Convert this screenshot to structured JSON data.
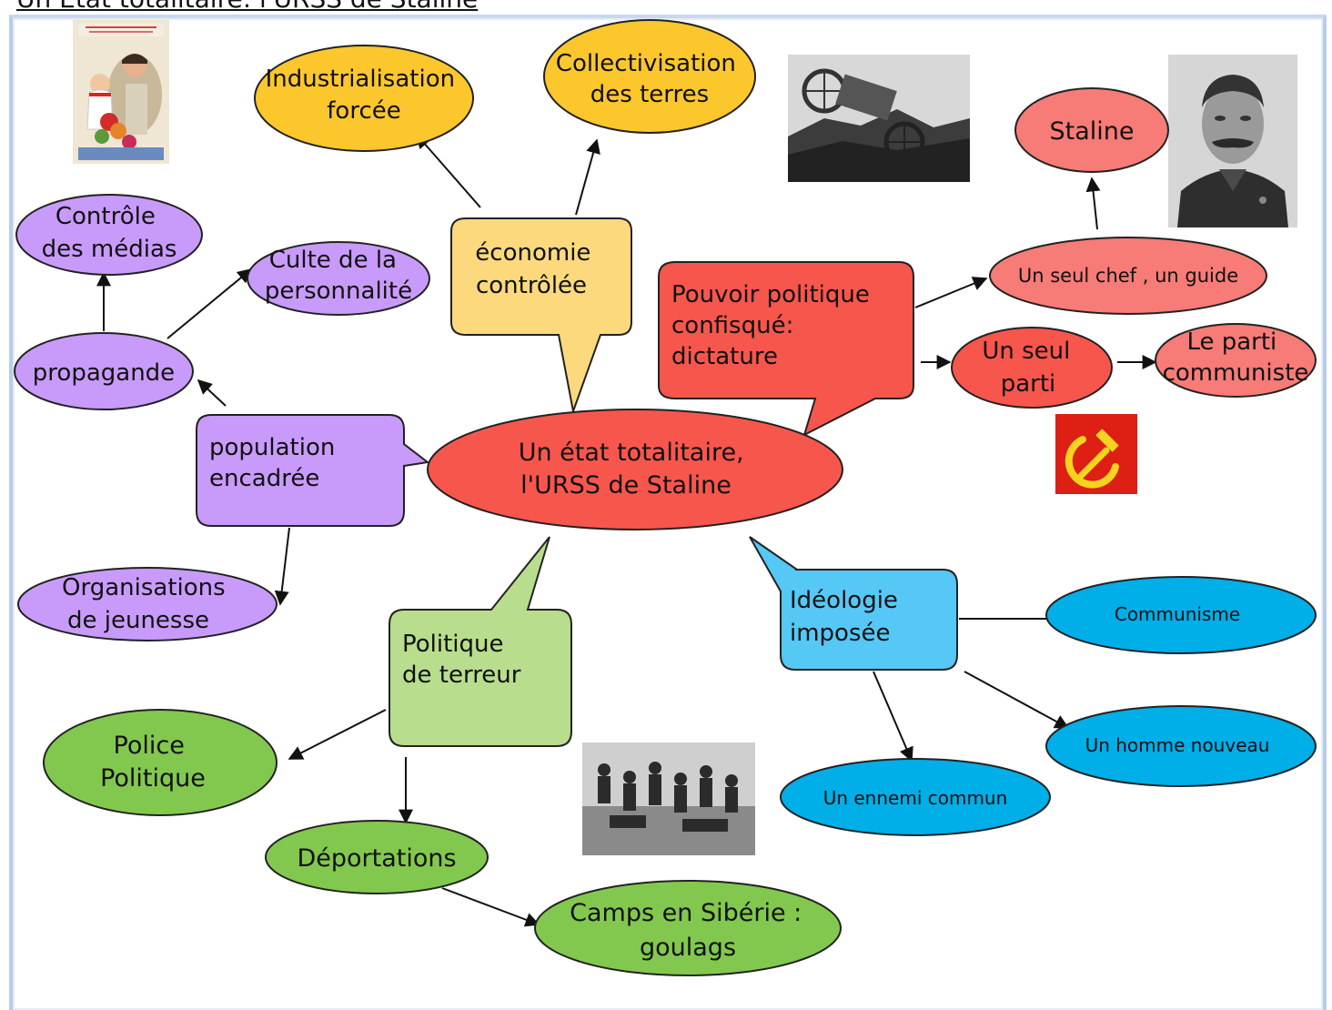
{
  "header_fragment": "Un État totalitaire: l'URSS de Staline",
  "center": {
    "line1": "Un état totalitaire,",
    "line2": "l'URSS de Staline"
  },
  "economy": {
    "hub": {
      "line1": "économie",
      "line2": "contrôlée"
    },
    "industrialisation": {
      "line1": "Industrialisation",
      "line2": "forcée"
    },
    "collectivisation": {
      "line1": "Collectivisation",
      "line2": "des terres"
    }
  },
  "politics": {
    "hub": {
      "line1": "Pouvoir politique",
      "line2": "confisqué:",
      "line3": "dictature"
    },
    "chef": "Un seul chef , un guide",
    "staline": "Staline",
    "parti": {
      "line1": "Un seul",
      "line2": "parti"
    },
    "communiste": {
      "line1": "Le parti",
      "line2": "communiste"
    }
  },
  "population": {
    "hub": {
      "line1": "population",
      "line2": "encadrée"
    },
    "propagande": "propagande",
    "medias": {
      "line1": "Contrôle",
      "line2": "des médias"
    },
    "culte": {
      "line1": "Culte de la",
      "line2": "personnalité"
    },
    "jeunesse": {
      "line1": "Organisations",
      "line2": "de jeunesse"
    }
  },
  "terreur": {
    "hub": {
      "line1": "Politique",
      "line2": "de terreur"
    },
    "police": {
      "line1": "Police",
      "line2": "Politique"
    },
    "deportations": "Déportations",
    "camps": {
      "line1": "Camps en Sibérie :",
      "line2": "goulags"
    }
  },
  "ideologie": {
    "hub": {
      "line1": "Idéologie",
      "line2": "imposée"
    },
    "communisme": "Communisme",
    "homme": "Un homme nouveau",
    "ennemi": "Un ennemi commun"
  },
  "colors": {
    "red": "#f7564d",
    "pink": "#f77b76",
    "yellow": "#fcc72c",
    "light_yellow": "#fcd97c",
    "purple": "#c89bfa",
    "green": "#82c84e",
    "light_green": "#b8dd8d",
    "blue": "#00aee8",
    "light_blue": "#55c8f5",
    "flag_red": "#dd1f14",
    "flag_gold": "#f6d31f"
  }
}
